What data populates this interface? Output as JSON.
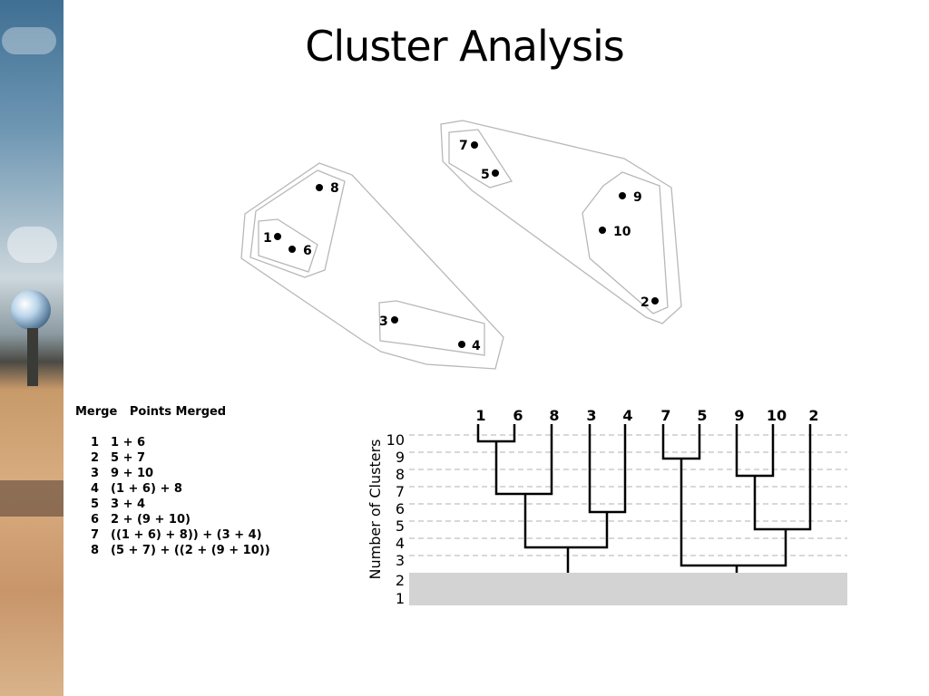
{
  "title": "Cluster Analysis",
  "scatter": {
    "points": [
      {
        "label": "7"
      },
      {
        "label": "5"
      },
      {
        "label": "8"
      },
      {
        "label": "9"
      },
      {
        "label": "1"
      },
      {
        "label": "6"
      },
      {
        "label": "10"
      },
      {
        "label": "2"
      },
      {
        "label": "3"
      },
      {
        "label": "4"
      }
    ]
  },
  "merge_table": {
    "header_merge": "Merge",
    "header_points": "Points Merged",
    "rows": [
      {
        "merge": "1",
        "points": "1 + 6"
      },
      {
        "merge": "2",
        "points": "5 + 7"
      },
      {
        "merge": "3",
        "points": "9 + 10"
      },
      {
        "merge": "4",
        "points": "(1 + 6) + 8"
      },
      {
        "merge": "5",
        "points": "3 + 4"
      },
      {
        "merge": "6",
        "points": "2 + (9 + 10)"
      },
      {
        "merge": "7",
        "points": "((1 + 6) + 8)) + (3 + 4)"
      },
      {
        "merge": "8",
        "points": "(5 + 7) + ((2 + (9 + 10))"
      }
    ]
  },
  "dendrogram": {
    "ylabel": "Number of Clusters",
    "y_ticks": [
      "10",
      "9",
      "8",
      "7",
      "6",
      "5",
      "4",
      "3",
      "2",
      "1"
    ],
    "leaves": [
      "1",
      "6",
      "8",
      "3",
      "4",
      "7",
      "5",
      "9",
      "10",
      "2"
    ],
    "highlight_band": "2 to 1 clusters",
    "colors": {
      "band": "#d3d3d3",
      "grid": "#b0b0b0",
      "lines": "#000000"
    }
  }
}
